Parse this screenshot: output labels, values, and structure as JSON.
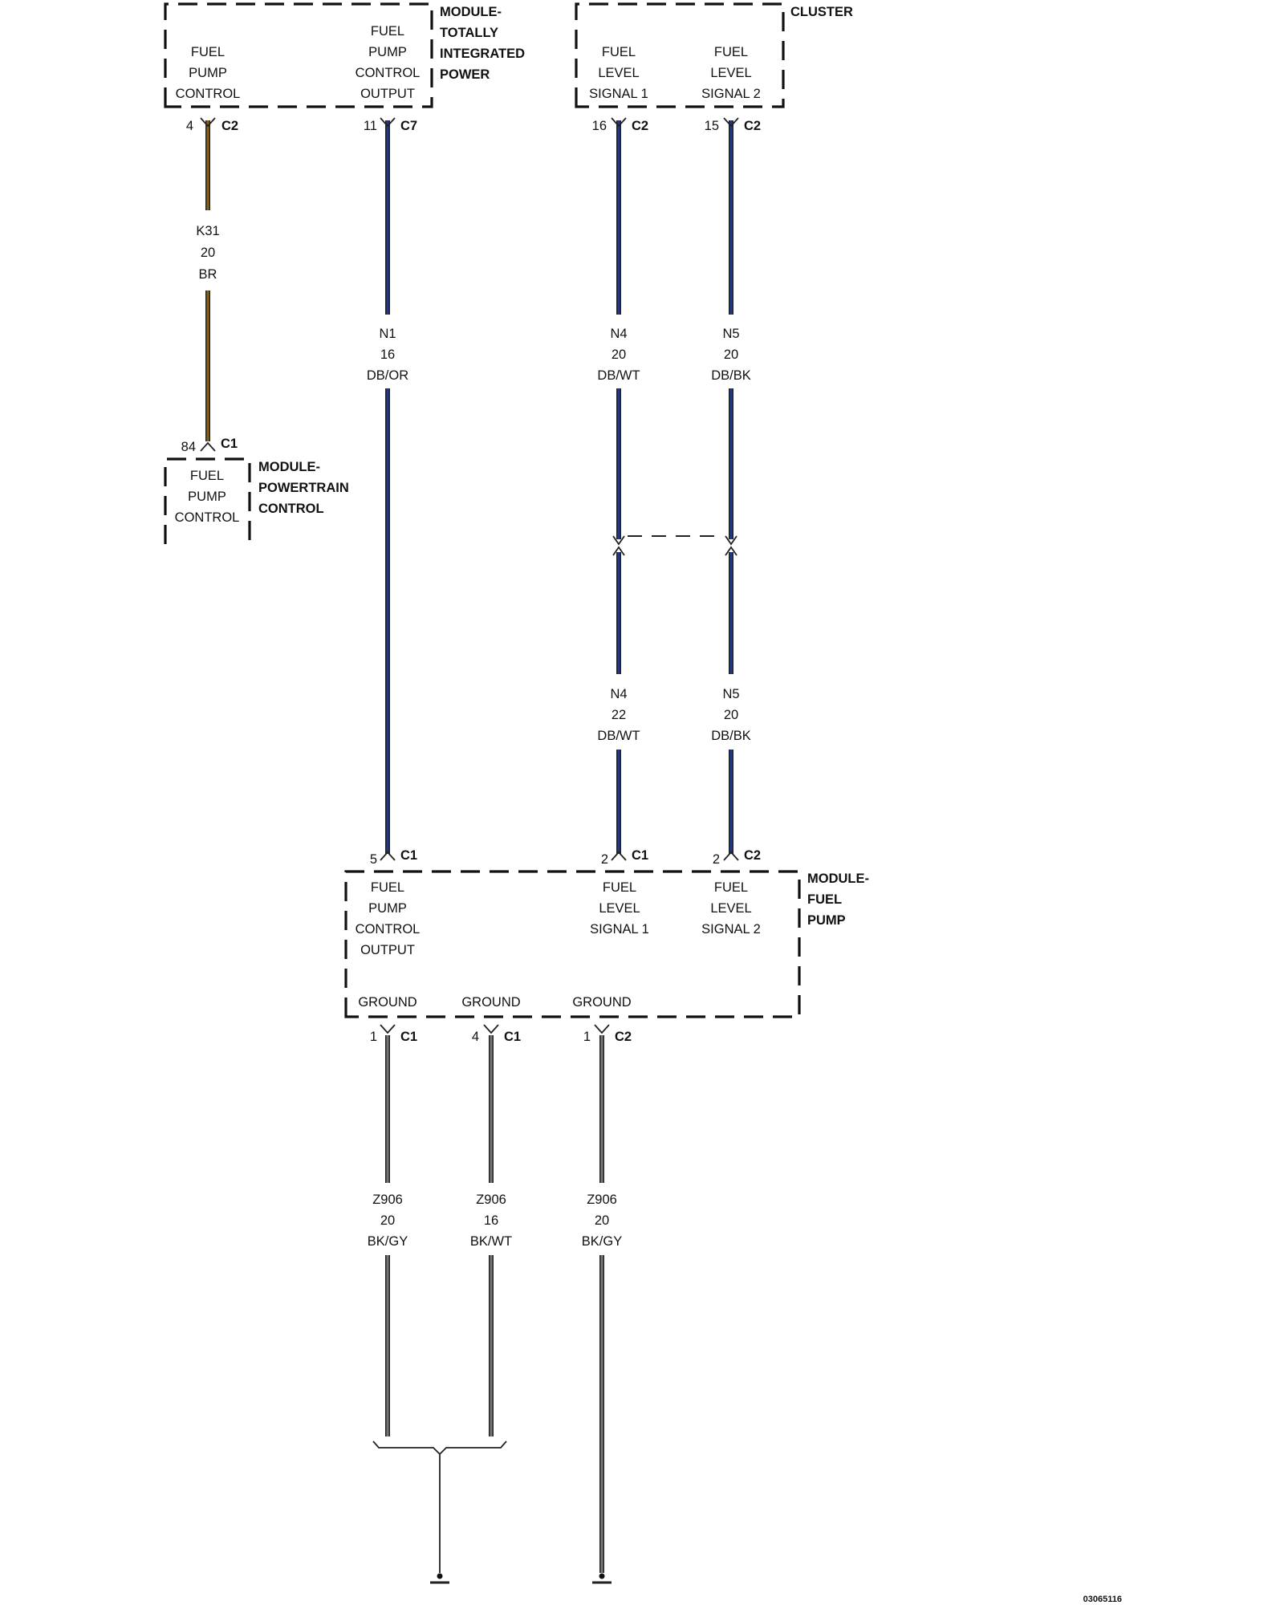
{
  "colors": {
    "BR": "#8a6414",
    "DB": "#1f3a8c",
    "BK": "#777777",
    "outline": "#222222"
  },
  "modules": {
    "tipm": {
      "title": [
        "MODULE-",
        "TOTALLY",
        "INTEGRATED",
        "POWER"
      ],
      "pin_left": [
        "FUEL",
        "PUMP",
        "CONTROL"
      ],
      "pin_right": [
        "FUEL",
        "PUMP",
        "CONTROL",
        "OUTPUT"
      ]
    },
    "cluster": {
      "title": [
        "CLUSTER"
      ],
      "pin_left": [
        "FUEL",
        "LEVEL",
        "SIGNAL 1"
      ],
      "pin_right": [
        "FUEL",
        "LEVEL",
        "SIGNAL 2"
      ]
    },
    "pcm": {
      "title": [
        "MODULE-",
        "POWERTRAIN",
        "CONTROL"
      ],
      "pin": [
        "FUEL",
        "PUMP",
        "CONTROL"
      ]
    },
    "fuel_pump": {
      "title": [
        "MODULE-",
        "FUEL",
        "PUMP"
      ],
      "pin_output": [
        "FUEL",
        "PUMP",
        "CONTROL",
        "OUTPUT"
      ],
      "pin_signal1": [
        "FUEL",
        "LEVEL",
        "SIGNAL 1"
      ],
      "pin_signal2": [
        "FUEL",
        "LEVEL",
        "SIGNAL 2"
      ],
      "grounds": [
        "GROUND",
        "GROUND",
        "GROUND"
      ]
    }
  },
  "connectors": {
    "tipm_c2": {
      "pin": "4",
      "name": "C2"
    },
    "tipm_c7": {
      "pin": "11",
      "name": "C7"
    },
    "cluster_16": {
      "pin": "16",
      "name": "C2"
    },
    "cluster_15": {
      "pin": "15",
      "name": "C2"
    },
    "pcm_c1": {
      "pin": "84",
      "name": "C1"
    },
    "fpm_5": {
      "pin": "5",
      "name": "C1"
    },
    "fpm_sig1": {
      "pin": "2",
      "name": "C1"
    },
    "fpm_sig2": {
      "pin": "2",
      "name": "C2"
    },
    "gnd1": {
      "pin": "1",
      "name": "C1"
    },
    "gnd2": {
      "pin": "4",
      "name": "C1"
    },
    "gnd3": {
      "pin": "1",
      "name": "C2"
    }
  },
  "wires": {
    "k31": [
      "K31",
      "20",
      "BR"
    ],
    "n1": [
      "N1",
      "16",
      "DB/OR"
    ],
    "n4_upper": [
      "N4",
      "20",
      "DB/WT"
    ],
    "n5_upper": [
      "N5",
      "20",
      "DB/BK"
    ],
    "n4_lower": [
      "N4",
      "22",
      "DB/WT"
    ],
    "n5_lower": [
      "N5",
      "20",
      "DB/BK"
    ],
    "z906_a": [
      "Z906",
      "20",
      "BK/GY"
    ],
    "z906_b": [
      "Z906",
      "16",
      "BK/WT"
    ],
    "z906_c": [
      "Z906",
      "20",
      "BK/GY"
    ]
  },
  "figure_id": "03065116"
}
